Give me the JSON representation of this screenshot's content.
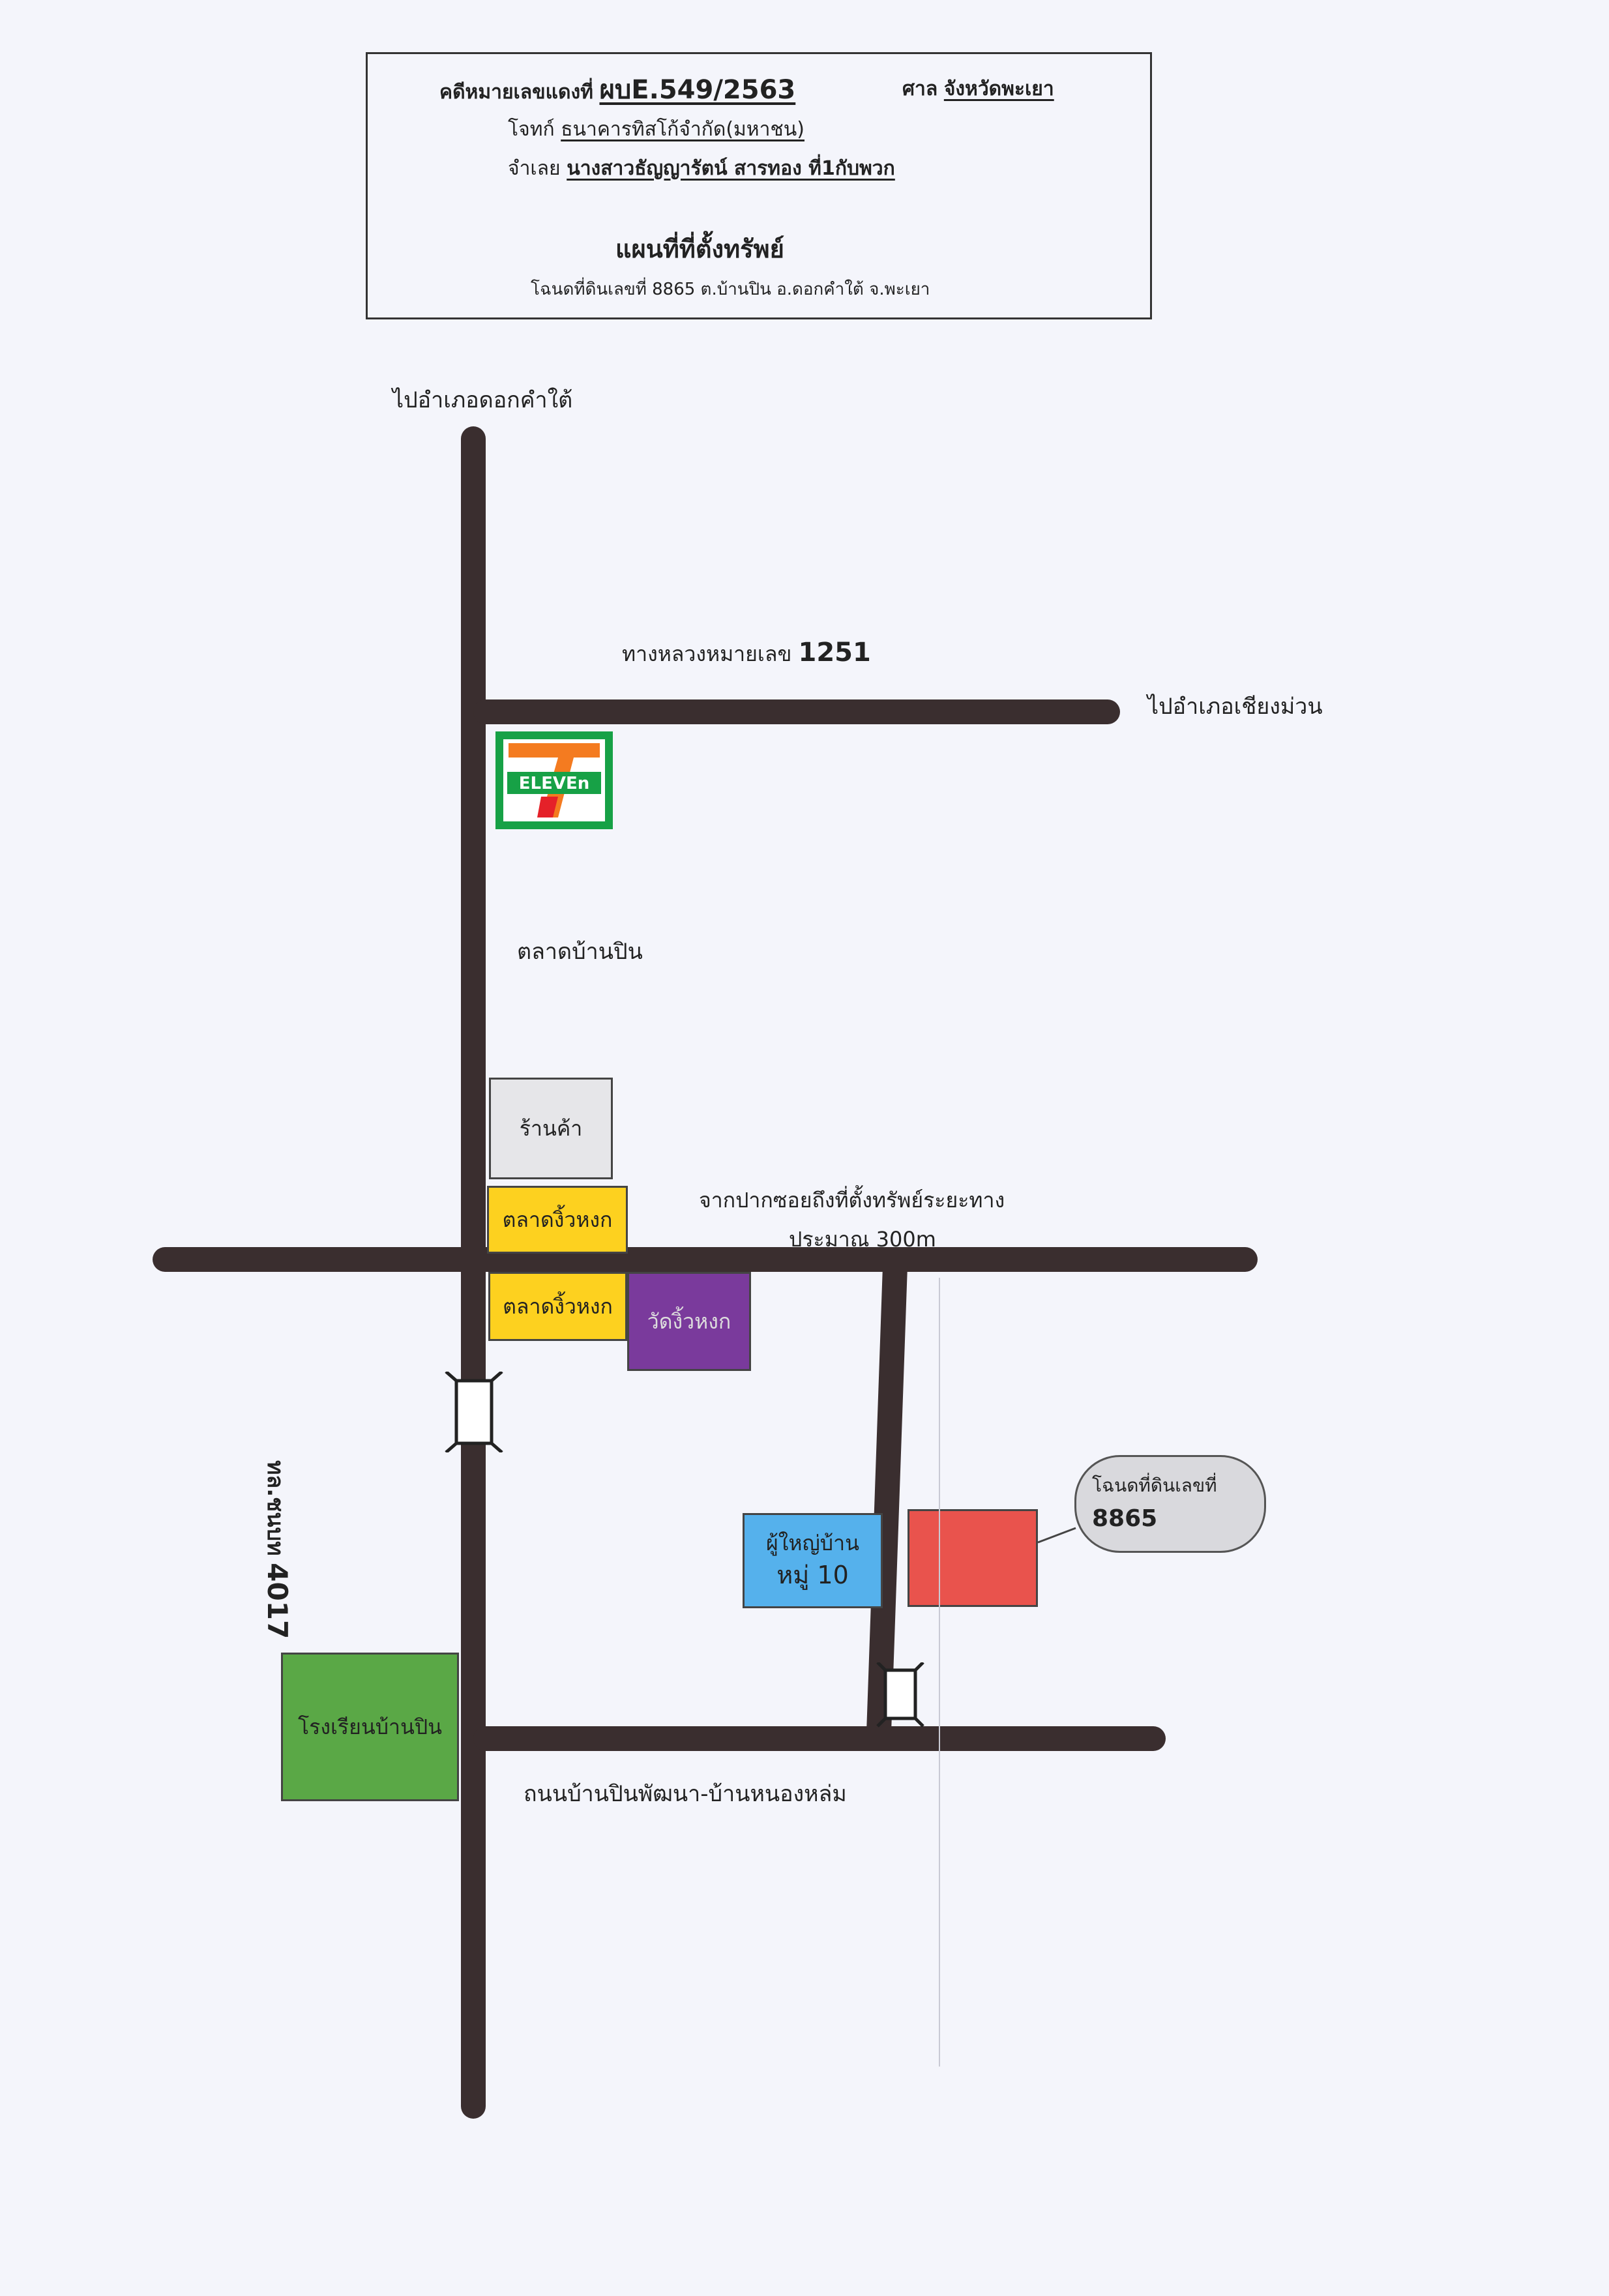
{
  "header": {
    "case_label": "คดีหมายเลขแดงที่",
    "case_number": "ผบE.549/2563",
    "court_label": "ศาล",
    "court_name": "จังหวัดพะเยา",
    "plaintiff_label": "โจทก์",
    "plaintiff_name": "ธนาคารทิสโก้จำกัด(มหาชน)",
    "defendant_label": "จำเลย",
    "defendant_name": "นางสาวธัญญารัตน์ สารทอง ที่1กับพวก",
    "map_title": "แผนที่ที่ตั้งทรัพย์",
    "deed_info": "โฉนดที่ดินเลขที่ 8865 ต.บ้านปิน อ.ดอกคำใต้ จ.พะเยา"
  },
  "labels": {
    "to_dok_kham_tai": "ไปอำเภอดอกคำใต้",
    "highway_prefix": "ทางหลวงหมายเลข",
    "highway_number": "1251",
    "to_chiang_muan": "ไปอำเภอเชียงม่วน",
    "store_brand": "ELEVEn",
    "ban_pin_market": "ตลาดบ้านปิน",
    "shop": "ร้านค้า",
    "market_north": "ตลาดงิ้วหงก",
    "market_south": "ตลาดงิ้วหงก",
    "temple": "วัดงิ้วหงก",
    "distance_line1": "จากปากซอยถึงที่ตั้งทรัพย์ระยะทาง",
    "distance_line2": "ประมาณ 300m",
    "rural_road_prefix": "ทล.ชนบท",
    "rural_road_number": "4017",
    "headman_line1": "ผู้ใหญ่บ้าน",
    "headman_line2": "หมู่ 10",
    "deed_callout_line1": "โฉนดที่ดินเลขที่",
    "deed_callout_line2": "8865",
    "school": "โรงเรียนบ้านปิน",
    "bottom_road": "ถนนบ้านปินพัฒนา-บ้านหนองหล่ม"
  },
  "colors": {
    "road": "#3a2e2f",
    "shop": "#e6e6e9",
    "market": "#fdd11f",
    "temple": "#7a3a9c",
    "headman": "#55b1ec",
    "property": "#e9534d",
    "school": "#5aa846",
    "callout": "#d9d9dd",
    "seven_green": "#17a146",
    "seven_orange": "#f47b20",
    "seven_red": "#e52129"
  },
  "icons": [
    "seven-eleven-logo",
    "bridge-icon"
  ]
}
